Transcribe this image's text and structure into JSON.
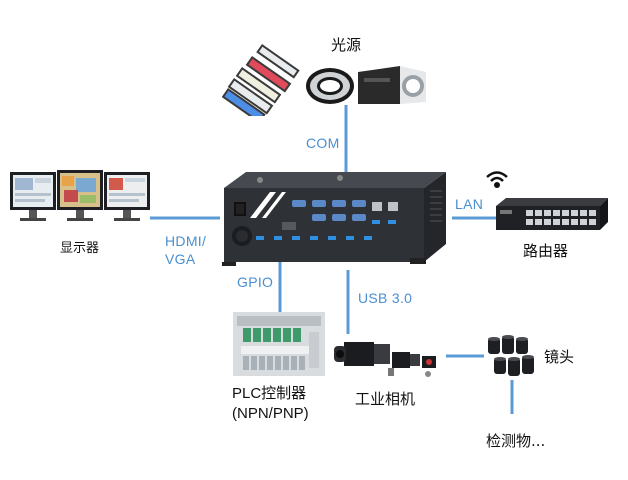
{
  "nodes": {
    "light_source": "光源",
    "display": "显示器",
    "router": "路由器",
    "plc_line1": "PLC控制器",
    "plc_line2": "(NPN/PNP)",
    "camera": "工业相机",
    "lens": "镜头",
    "inspected_object": "检测物..."
  },
  "links": {
    "com": "COM",
    "hdmi_line1": "HDMI/",
    "hdmi_line2": "VGA",
    "lan": "LAN",
    "gpio": "GPIO",
    "usb": "USB 3.0"
  },
  "colors": {
    "connector": "#5b9bd5",
    "port_label": "#4a8fd0",
    "chassis": "#2b2d31"
  },
  "icons": {
    "wifi": "wifi-icon"
  }
}
